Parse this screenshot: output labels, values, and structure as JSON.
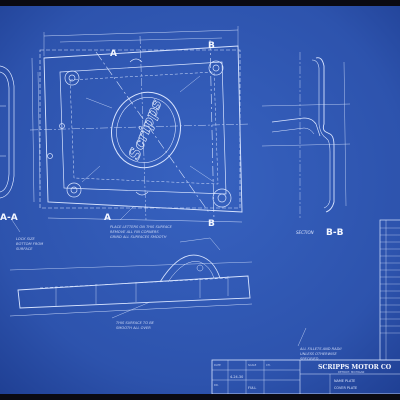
{
  "sheet": {
    "colors": {
      "paper": "#2f56b0",
      "paper_dark": "#22439a",
      "line": "#d8e4ff",
      "line_faint": "#8fa9e6",
      "frame": "#0a0a12"
    }
  },
  "section_labels": {
    "a_left": "A",
    "a_bottom": "A",
    "a_tag": "A",
    "a_tag2": "A",
    "b_top": "B",
    "b_bottom": "B",
    "b_tag": "B",
    "b_tag2": "B",
    "section_bb": "B-B",
    "section_bb_prefix": "SECTION",
    "section_aa": "A-A"
  },
  "notes": {
    "note_left": [
      "LOCK SIZE",
      "BOTTOM FROM",
      "SURFACE"
    ],
    "note_center": [
      "PLACE LETTERS ON THIS SURFACE",
      "REMOVE ALL FIN CORNERS",
      "GRIND ALL SURFACES SMOOTH"
    ],
    "note_bottom": [
      "THIS SURFACE TO BE",
      "SMOOTH ALL OVER"
    ],
    "note_right": [
      "ALL FILLETS AND RADII",
      "UNLESS OTHERWISE",
      "SPECIFIED"
    ]
  },
  "title_block": {
    "company": "SCRIPPS MOTOR CO",
    "location": "DETROIT, MICHIGAN",
    "title_line1": "NAME PLATE",
    "title_line2": "COVER PLATE",
    "field_a": "DATE",
    "field_b": "SCALE",
    "field_c": "DR.",
    "field_d": "CH.",
    "date_value": "4-24-30",
    "scale_value": "FULL",
    "dr_value": "",
    "ch_value": ""
  },
  "emblem": {
    "text": "Scripps"
  }
}
